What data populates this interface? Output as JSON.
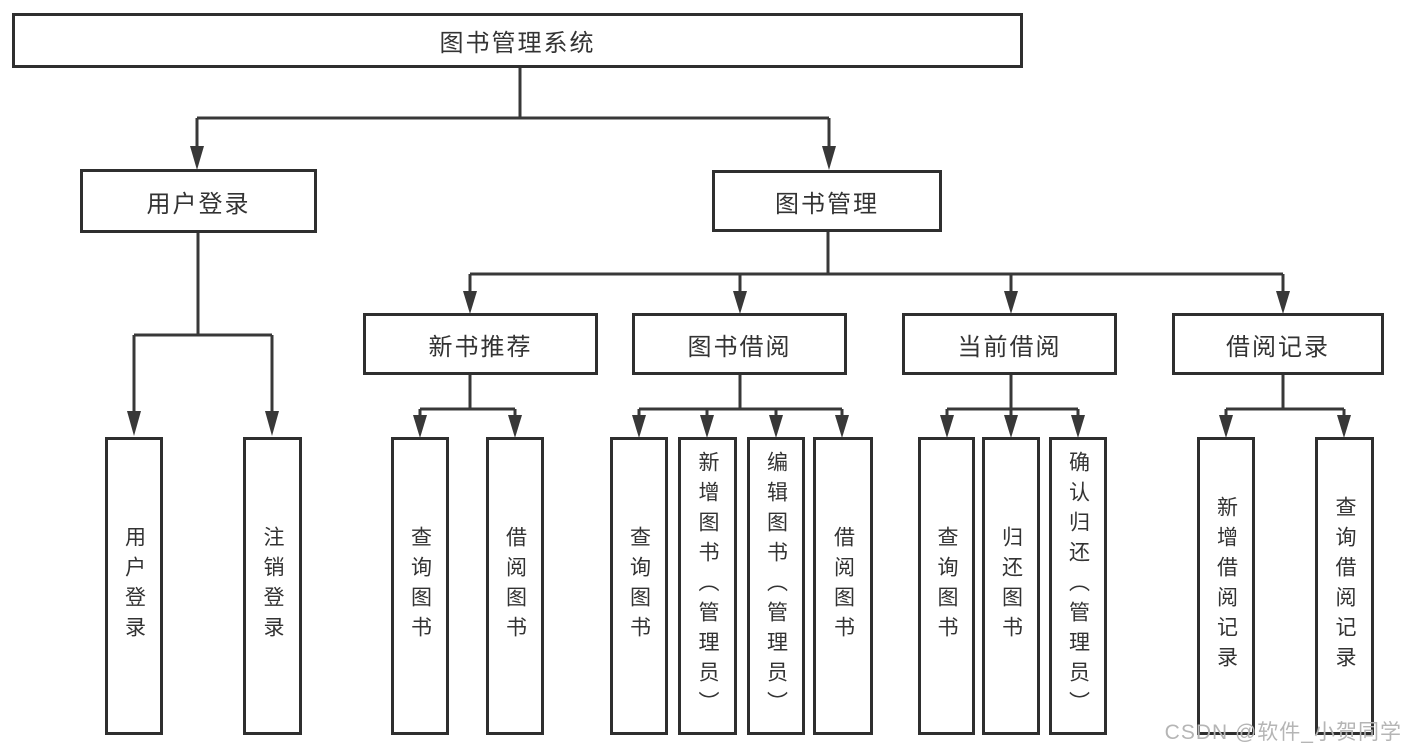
{
  "diagram": {
    "type": "tree",
    "tree": {
      "label": "图书管理系统",
      "children": [
        {
          "label": "用户登录",
          "children": [
            {
              "label": "用户登录"
            },
            {
              "label": "注销登录"
            }
          ]
        },
        {
          "label": "图书管理",
          "children": [
            {
              "label": "新书推荐",
              "children": [
                {
                  "label": "查询图书"
                },
                {
                  "label": "借阅图书"
                }
              ]
            },
            {
              "label": "图书借阅",
              "children": [
                {
                  "label": "查询图书"
                },
                {
                  "label": "新增图书（管理员）"
                },
                {
                  "label": "编辑图书（管理员）"
                },
                {
                  "label": "借阅图书"
                }
              ]
            },
            {
              "label": "当前借阅",
              "children": [
                {
                  "label": "查询图书"
                },
                {
                  "label": "归还图书"
                },
                {
                  "label": "确认归还（管理员）"
                }
              ]
            },
            {
              "label": "借阅记录",
              "children": [
                {
                  "label": "新增借阅记录"
                },
                {
                  "label": "查询借阅记录"
                }
              ]
            }
          ]
        }
      ]
    },
    "colors": {
      "line": "#383838",
      "box_border": "#2f2f2f",
      "text": "#333333",
      "background": "#ffffff",
      "watermark": "#b5b5b5"
    }
  },
  "watermark": {
    "text": "CSDN @软件_小贺同学"
  }
}
